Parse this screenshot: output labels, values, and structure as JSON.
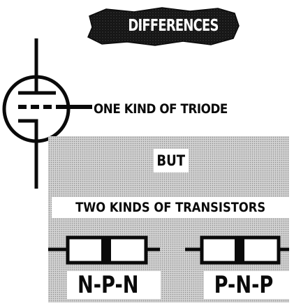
{
  "title": "DIFFERENCES",
  "triode_label": "ONE KIND OF TRIODE",
  "conjunction": "BUT",
  "transistor_heading": "TWO KINDS OF TRANSISTORS",
  "transistor_types": [
    "N-P-N",
    "P-N-P"
  ],
  "colors": {
    "ink": "#0a0a0a",
    "panel": "#c9c9c9",
    "paper": "#ffffff"
  }
}
